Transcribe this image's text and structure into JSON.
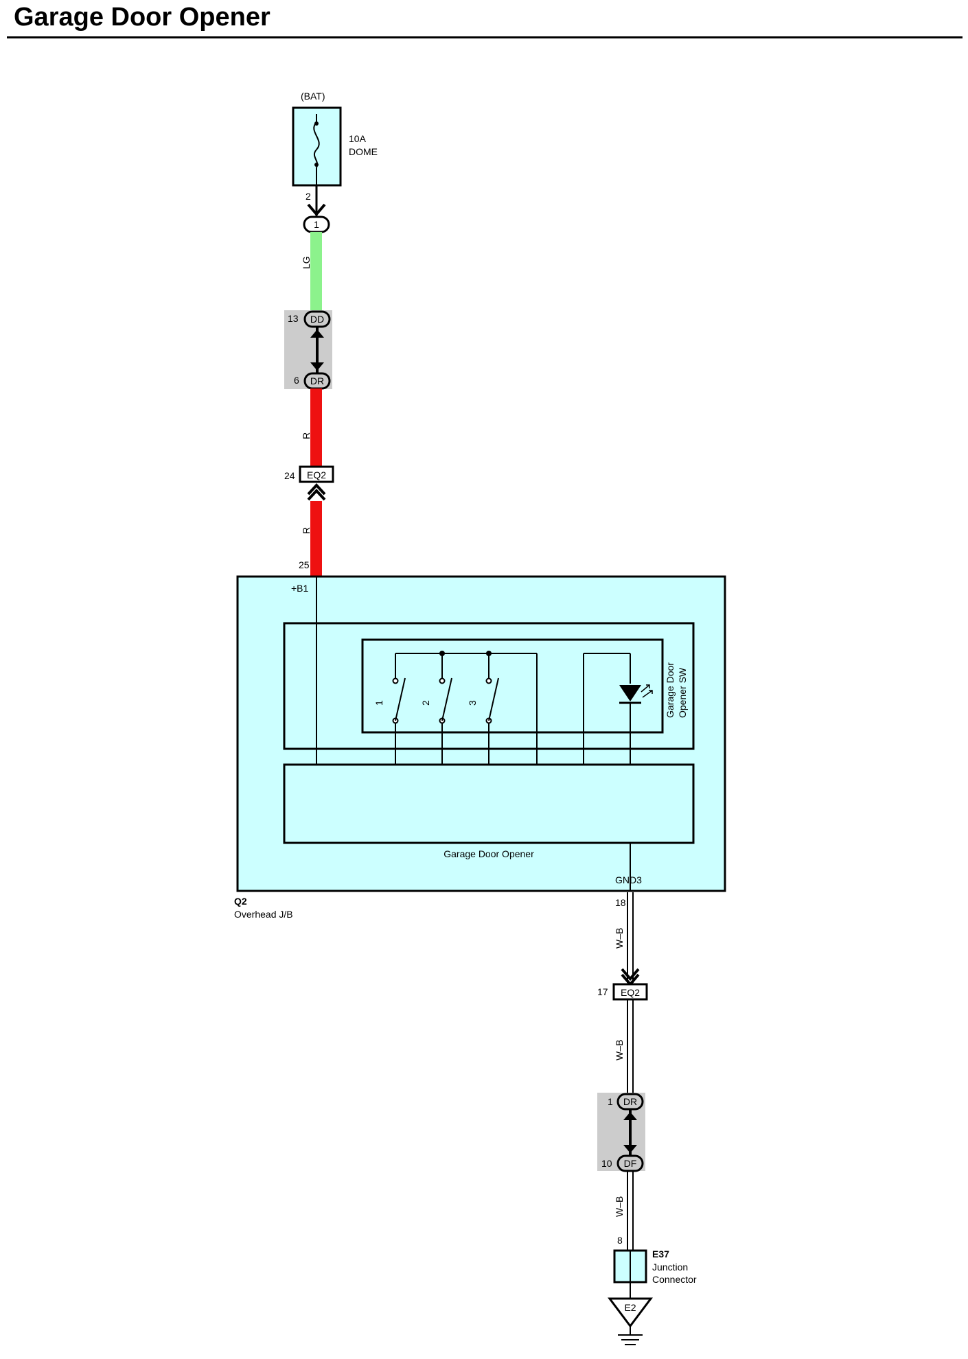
{
  "title": "Garage Door Opener",
  "colors": {
    "component_fill": "#ccffff",
    "connector_shade": "#cccccc",
    "wire_LG": "#8cf28c",
    "wire_R": "#ee1111",
    "wire_WB": "#ffffff",
    "outline": "#000000"
  },
  "fuse": {
    "source": "(BAT)",
    "rating": "10A",
    "name": "DOME",
    "pin": "2"
  },
  "junction_1": {
    "id": "1"
  },
  "wires": {
    "lg": "LG",
    "r1": "R",
    "r2": "R",
    "wb1": "W–B",
    "wb2": "W–B",
    "wb3": "W–B"
  },
  "connector_dd_dr_top": {
    "pin_a": "13",
    "label_a": "DD",
    "pin_b": "6",
    "label_b": "DR"
  },
  "connector_eq2_top": {
    "pin": "24",
    "label": "EQ2"
  },
  "q2": {
    "pin_top": "25",
    "terminal_top": "+B1",
    "code": "Q2",
    "name": "Overhead J/B",
    "terminal_bottom": "GND3",
    "pin_bottom": "18",
    "inner_label": "Garage Door Opener",
    "switch_label_1": "Garage Door",
    "switch_label_2": "Opener SW",
    "switches": [
      "1",
      "2",
      "3"
    ]
  },
  "connector_eq2_bottom": {
    "pin": "17",
    "label": "EQ2"
  },
  "connector_dr_df": {
    "pin_a": "1",
    "label_a": "DR",
    "pin_b": "10",
    "label_b": "DF"
  },
  "e37": {
    "pin": "8",
    "code": "E37",
    "name_1": "Junction",
    "name_2": "Connector"
  },
  "ground": {
    "label": "E2"
  }
}
